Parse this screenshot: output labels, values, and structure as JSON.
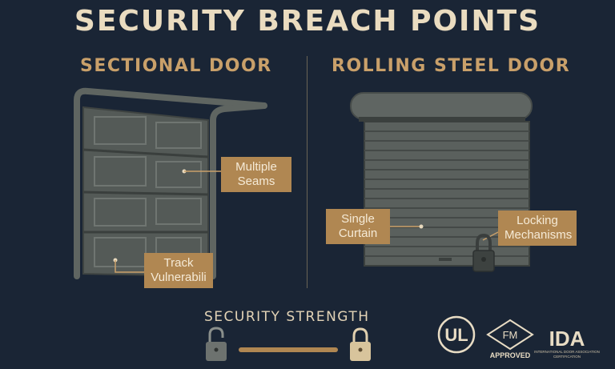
{
  "title": "SECURITY BREACH POINTS",
  "left": {
    "heading": "SECTIONAL DOOR",
    "callouts": {
      "multiple_seams": [
        "Multiple",
        "Seams"
      ],
      "track_vulnerability": [
        "Track",
        "Vulnerabili"
      ]
    }
  },
  "right": {
    "heading": "ROLLING STEEL DOOR",
    "callouts": {
      "single_curtain": [
        "Single",
        "Curtain"
      ],
      "locking_mechanisms": [
        "Locking",
        "Mechanisms"
      ]
    }
  },
  "strength": {
    "label": "SECURITY STRENGTH"
  },
  "badges": {
    "ul": "UL",
    "fm": "FM",
    "fm_sub": "APPROVED",
    "ida": "IDA",
    "ida_sub1": "INTERNATIONAL DOOR ASSOCIATION",
    "ida_sub2": "CERTIFICATION"
  },
  "colors": {
    "background": "#1a2535",
    "accent": "#b08752",
    "door": "#5c625f",
    "title": "#eadcc0"
  }
}
